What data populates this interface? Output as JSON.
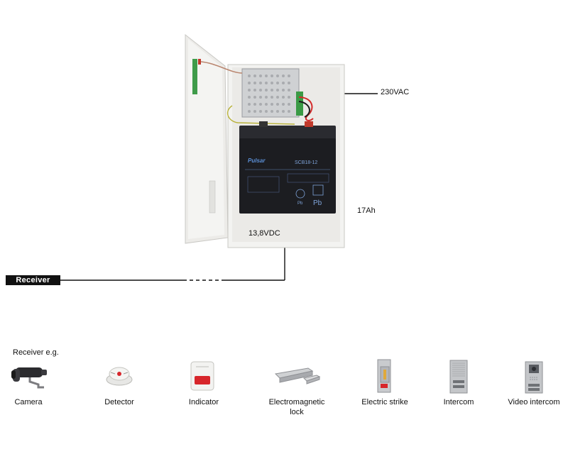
{
  "diagram": {
    "ac_label": "230VAC",
    "battery_capacity": "17Ah",
    "dc_label": "13,8VDC",
    "receiver_label": "Receiver",
    "receivers_heading": "Receiver e.g.",
    "battery": {
      "brand": "Pulsar",
      "model": "SCB18-12",
      "chem": "Pb"
    }
  },
  "devices": [
    {
      "id": "camera",
      "label": "Camera",
      "icon": "camera-icon"
    },
    {
      "id": "detector",
      "label": "Detector",
      "icon": "detector-icon"
    },
    {
      "id": "indicator",
      "label": "Indicator",
      "icon": "indicator-icon"
    },
    {
      "id": "electromagnetic-lock",
      "label": "Electromagnetic lock",
      "icon": "electromagnetic-lock-icon"
    },
    {
      "id": "electric-strike",
      "label": "Electric strike",
      "icon": "electric-strike-icon"
    },
    {
      "id": "intercom",
      "label": "Intercom",
      "icon": "intercom-icon"
    },
    {
      "id": "video-intercom",
      "label": "Video intercom",
      "icon": "video-intercom-icon"
    }
  ],
  "colors": {
    "enclosure": "#f2f2f0",
    "battery": "#1c1d21",
    "wire": "#111111",
    "siren_red": "#d7262b"
  }
}
